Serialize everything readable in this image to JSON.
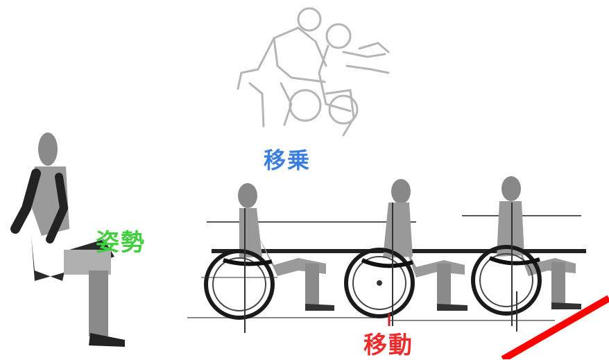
{
  "labels": {
    "transfer": "移乗",
    "posture": "姿勢",
    "mobility": "移動"
  },
  "colors": {
    "transfer": "#3a7fe0",
    "posture": "#3fcf3f",
    "mobility": "#ee2b2b",
    "accent_stroke": "#ff0000",
    "figure_dark": "#2a2a2a",
    "figure_gray": "#8a8a8a",
    "sketch": "#b5b5b5"
  },
  "icons": [
    "transfer-illustration",
    "seated-posture-figure",
    "wheelchair-user-figure",
    "red-diagonal-stroke"
  ]
}
